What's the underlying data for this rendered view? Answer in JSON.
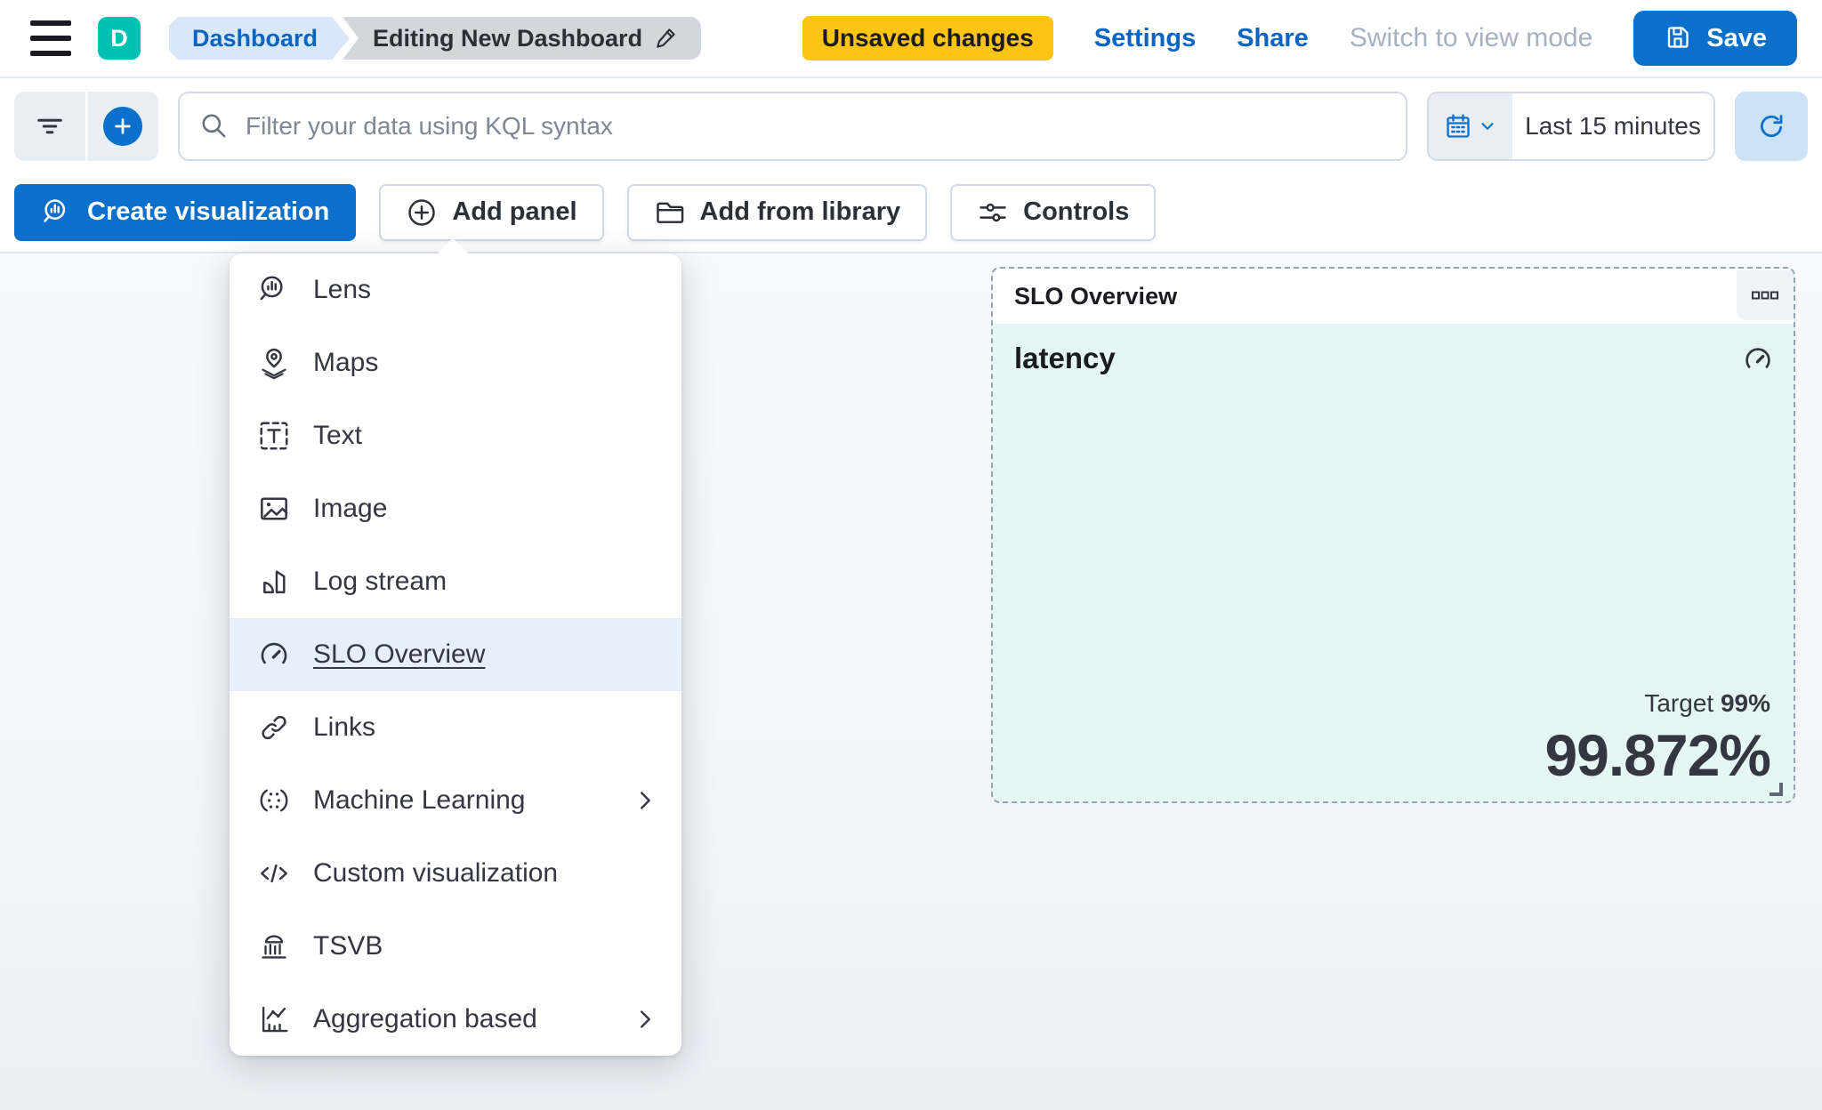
{
  "header": {
    "avatar_initial": "D",
    "breadcrumb_root": "Dashboard",
    "breadcrumb_current": "Editing New Dashboard",
    "unsaved_badge": "Unsaved changes",
    "settings_link": "Settings",
    "share_link": "Share",
    "switch_view_link": "Switch to view mode",
    "save_button": "Save"
  },
  "filter_bar": {
    "kql_placeholder": "Filter your data using KQL syntax",
    "time_range": "Last 15 minutes"
  },
  "toolbar": {
    "create_visualization": "Create visualization",
    "add_panel": "Add panel",
    "add_from_library": "Add from library",
    "controls": "Controls"
  },
  "menu": {
    "items": [
      {
        "label": "Lens",
        "icon": "lens-icon"
      },
      {
        "label": "Maps",
        "icon": "maps-icon"
      },
      {
        "label": "Text",
        "icon": "text-icon"
      },
      {
        "label": "Image",
        "icon": "image-icon"
      },
      {
        "label": "Log stream",
        "icon": "log-stream-icon"
      },
      {
        "label": "SLO Overview",
        "icon": "gauge-icon",
        "highlighted": true
      },
      {
        "label": "Links",
        "icon": "link-icon"
      },
      {
        "label": "Machine Learning",
        "icon": "machine-learning-icon",
        "submenu": true
      },
      {
        "label": "Custom visualization",
        "icon": "code-icon"
      },
      {
        "label": "TSVB",
        "icon": "tsvb-icon"
      },
      {
        "label": "Aggregation based",
        "icon": "agg-chart-icon",
        "submenu": true
      }
    ]
  },
  "panel": {
    "title": "SLO Overview",
    "slo_name": "latency",
    "target_label": "Target",
    "target_value": "99%",
    "sli_value": "99.872%"
  },
  "colors": {
    "primary_blue": "#0B6FCC",
    "link_blue": "#0A65C2",
    "warning_yellow": "#FDC413",
    "avatar_teal": "#00BFB3",
    "panel_mint": "#E4F7F5",
    "menu_highlight": "#E7F0FA",
    "dashed_border": "#98A2B3",
    "text_dark": "#343741"
  }
}
